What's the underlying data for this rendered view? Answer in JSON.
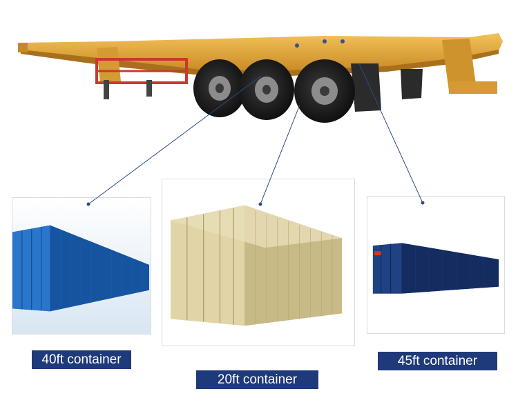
{
  "labels": {
    "container_40ft": "40ft container",
    "container_20ft": "20ft container",
    "container_45ft": "45ft container"
  },
  "colors": {
    "label_background": "#1f3a7a",
    "label_text": "#ffffff",
    "connector_line": "#2c4a86",
    "trailer_frame": "#e5a83a",
    "container_40ft": "#1c62b5",
    "container_20ft": "#d6c99a",
    "container_45ft": "#17336e"
  }
}
